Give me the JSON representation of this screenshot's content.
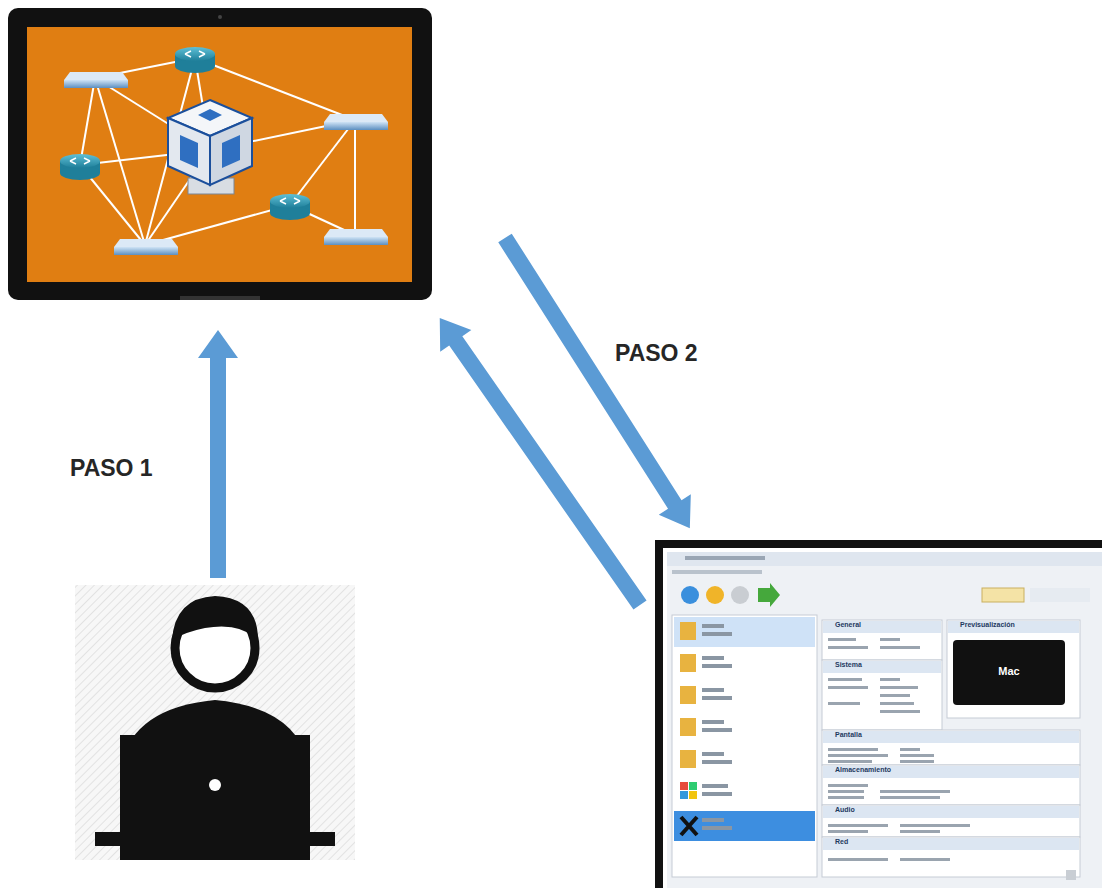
{
  "diagram": {
    "nodes": [
      {
        "text": [
          "General",
          "Sistema",
          "Pantalla",
          "Almacenamiento",
          "Audio",
          "Red",
          "Previsualización",
          "Mac"
        ]
      }
    ],
    "labels": [
      "PASO 1",
      "PASO 2"
    ]
  }
}
